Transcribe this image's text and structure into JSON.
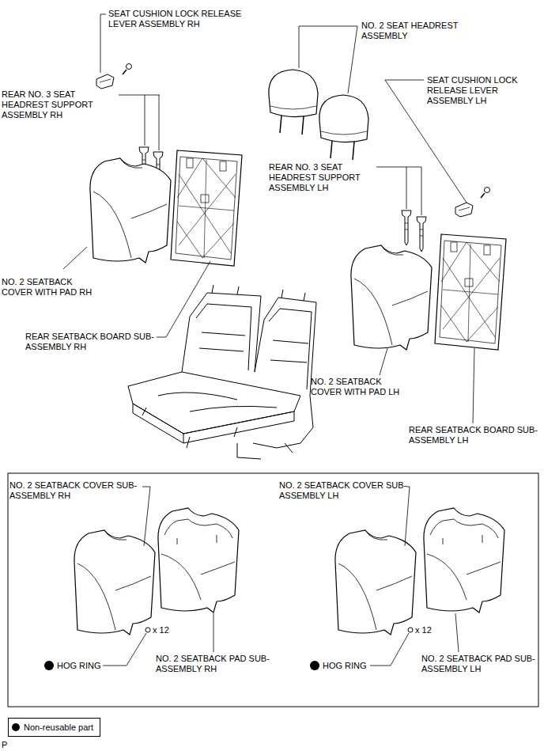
{
  "diagram": {
    "labels": [
      "SEAT CUSHION LOCK RELEASE LEVER ASSEMBLY RH",
      "NO. 2 SEAT HEADREST ASSEMBLY",
      "REAR NO. 3 SEAT HEADREST SUPPORT ASSEMBLY RH",
      "SEAT CUSHION LOCK RELEASE LEVER ASSEMBLY LH",
      "REAR NO. 3 SEAT HEADREST SUPPORT ASSEMBLY LH",
      "NO. 2 SEATBACK COVER WITH PAD RH",
      "REAR SEATBACK BOARD SUB-ASSEMBLY RH",
      "NO. 2 SEATBACK COVER WITH PAD LH",
      "REAR SEATBACK BOARD SUB-ASSEMBLY LH",
      "NO. 2 SEATBACK COVER SUB-ASSEMBLY RH",
      "NO. 2 SEATBACK COVER SUB-ASSEMBLY LH",
      "x 12",
      "HOG RING",
      "NO. 2 SEATBACK PAD SUB-ASSEMBLY RH",
      "x 12",
      "HOG RING",
      "NO. 2 SEATBACK PAD SUB-ASSEMBLY LH",
      "P"
    ],
    "legend": [
      {
        "text": "Non-reusable part"
      }
    ]
  }
}
